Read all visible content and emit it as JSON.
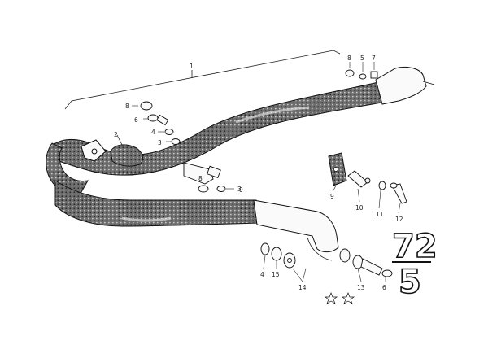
{
  "diagram": {
    "group_number_top": "72",
    "group_number_bottom": "5",
    "callouts": [
      {
        "id": "c1",
        "text": "1"
      },
      {
        "id": "c2",
        "text": "2"
      },
      {
        "id": "c3a",
        "text": "3"
      },
      {
        "id": "c3b",
        "text": "3"
      },
      {
        "id": "c4a",
        "text": "4"
      },
      {
        "id": "c4b",
        "text": "4"
      },
      {
        "id": "c5",
        "text": "5"
      },
      {
        "id": "c6a",
        "text": "6"
      },
      {
        "id": "c6b",
        "text": "6"
      },
      {
        "id": "c7",
        "text": "7"
      },
      {
        "id": "c8a",
        "text": "8"
      },
      {
        "id": "c8b",
        "text": "8"
      },
      {
        "id": "c8c",
        "text": "8"
      },
      {
        "id": "c9a",
        "text": "9"
      },
      {
        "id": "c9b",
        "text": "9"
      },
      {
        "id": "c10",
        "text": "10"
      },
      {
        "id": "c11",
        "text": "11"
      },
      {
        "id": "c12",
        "text": "12"
      },
      {
        "id": "c13",
        "text": "13"
      },
      {
        "id": "c14",
        "text": "14"
      },
      {
        "id": "c15",
        "text": "15"
      }
    ]
  }
}
